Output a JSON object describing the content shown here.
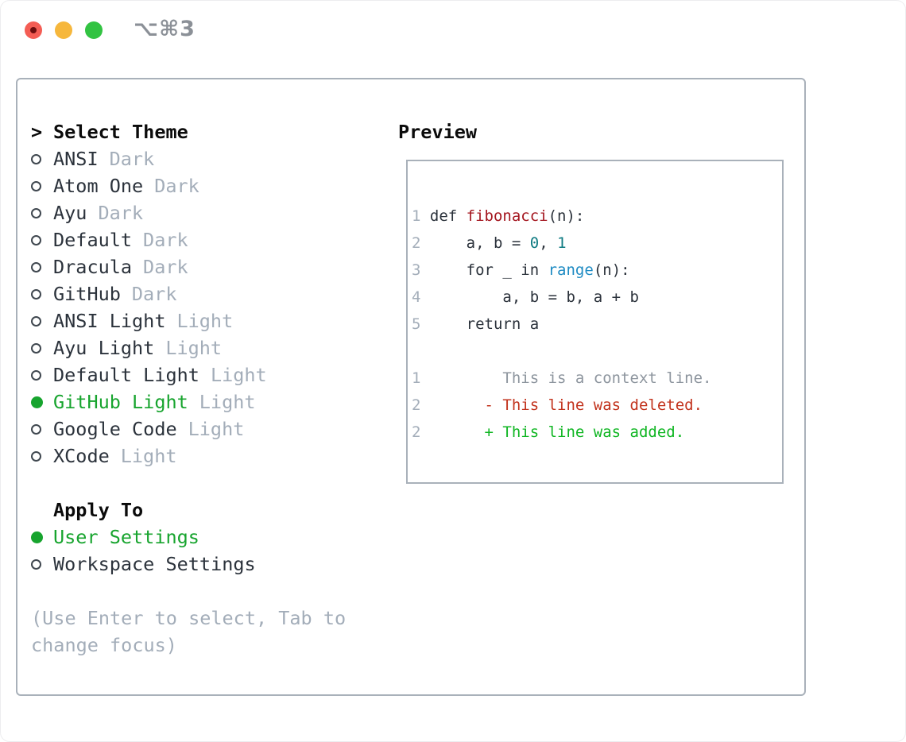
{
  "window": {
    "title": "⌥⌘3"
  },
  "colors": {
    "selection_green": "#17a42e",
    "added_green": "#10b623",
    "deleted_red": "#c2331d",
    "function_red": "#a4161f",
    "number_teal": "#0f7b82",
    "builtin_blue": "#1e8bc3",
    "muted_gray": "#a3adb9",
    "context_gray": "#8d959e",
    "text_dark": "#2b323b",
    "border_gray": "#a9b1ba",
    "traffic_red": "#f45d54",
    "traffic_yellow": "#f6b73c",
    "traffic_green": "#32c342"
  },
  "theme_picker": {
    "cursor": ">",
    "header": "Select Theme",
    "themes": [
      {
        "name": "ANSI",
        "variant": "Dark",
        "selected": false
      },
      {
        "name": "Atom One",
        "variant": "Dark",
        "selected": false
      },
      {
        "name": "Ayu",
        "variant": "Dark",
        "selected": false
      },
      {
        "name": "Default",
        "variant": "Dark",
        "selected": false
      },
      {
        "name": "Dracula",
        "variant": "Dark",
        "selected": false
      },
      {
        "name": "GitHub",
        "variant": "Dark",
        "selected": false
      },
      {
        "name": "ANSI Light",
        "variant": "Light",
        "selected": false
      },
      {
        "name": "Ayu Light",
        "variant": "Light",
        "selected": false
      },
      {
        "name": "Default Light",
        "variant": "Light",
        "selected": false
      },
      {
        "name": "GitHub Light",
        "variant": "Light",
        "selected": true
      },
      {
        "name": "Google Code",
        "variant": "Light",
        "selected": false
      },
      {
        "name": "XCode",
        "variant": "Light",
        "selected": false
      }
    ],
    "apply_to": {
      "header": "Apply To",
      "options": [
        {
          "name": "User Settings",
          "selected": true
        },
        {
          "name": "Workspace Settings",
          "selected": false
        }
      ]
    },
    "hint_lines": [
      "(Use Enter to select, Tab to",
      "change focus)"
    ]
  },
  "preview": {
    "header": "Preview",
    "code_lines": [
      [
        {
          "t": "1 ",
          "c": "lnum"
        },
        {
          "t": "def ",
          "c": "fg"
        },
        {
          "t": "fibonacci",
          "c": "func"
        },
        {
          "t": "(n):",
          "c": "fg"
        }
      ],
      [
        {
          "t": "2 ",
          "c": "lnum"
        },
        {
          "t": "    a, b = ",
          "c": "fg"
        },
        {
          "t": "0",
          "c": "num"
        },
        {
          "t": ", ",
          "c": "fg"
        },
        {
          "t": "1",
          "c": "num"
        }
      ],
      [
        {
          "t": "3 ",
          "c": "lnum"
        },
        {
          "t": "    for _ in ",
          "c": "fg"
        },
        {
          "t": "range",
          "c": "builtin"
        },
        {
          "t": "(n):",
          "c": "fg"
        }
      ],
      [
        {
          "t": "4 ",
          "c": "lnum"
        },
        {
          "t": "        a, b = b, a + b",
          "c": "fg"
        }
      ],
      [
        {
          "t": "5 ",
          "c": "lnum"
        },
        {
          "t": "    return a",
          "c": "fg"
        }
      ]
    ],
    "diff_lines": [
      [
        {
          "t": "1",
          "c": "lnum"
        },
        {
          "t": "         This is a context line.",
          "c": "context"
        }
      ],
      [
        {
          "t": "2",
          "c": "lnum"
        },
        {
          "t": "       - This line was deleted.",
          "c": "deleted"
        }
      ],
      [
        {
          "t": "2",
          "c": "lnum"
        },
        {
          "t": "       + This line was added.",
          "c": "added"
        }
      ]
    ]
  }
}
